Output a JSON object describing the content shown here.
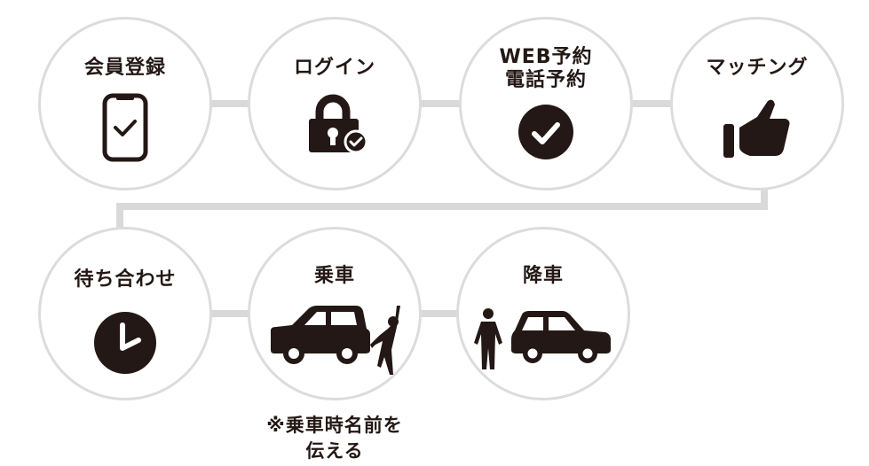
{
  "steps": [
    {
      "id": "member-registration",
      "label": "会員登録",
      "icon": "smartphone-check-icon"
    },
    {
      "id": "login",
      "label": "ログイン",
      "icon": "padlock-check-icon"
    },
    {
      "id": "reservation",
      "label_line1": "WEB予約",
      "label_line2": "電話予約",
      "icon": "check-circle-icon"
    },
    {
      "id": "matching",
      "label": "マッチング",
      "icon": "thumbs-up-icon"
    },
    {
      "id": "meeting",
      "label": "待ち合わせ",
      "icon": "clock-icon"
    },
    {
      "id": "boarding",
      "label": "乗車",
      "icon": "car-person-waving-icon"
    },
    {
      "id": "alighting",
      "label": "降車",
      "icon": "person-car-icon"
    }
  ],
  "notes": {
    "boarding_line1": "※乗車時名前を",
    "boarding_line2": "伝える"
  },
  "colors": {
    "icon": "#231815",
    "circle_border": "#dcdcdc",
    "connector": "#d9d9d9",
    "background": "#ffffff"
  }
}
